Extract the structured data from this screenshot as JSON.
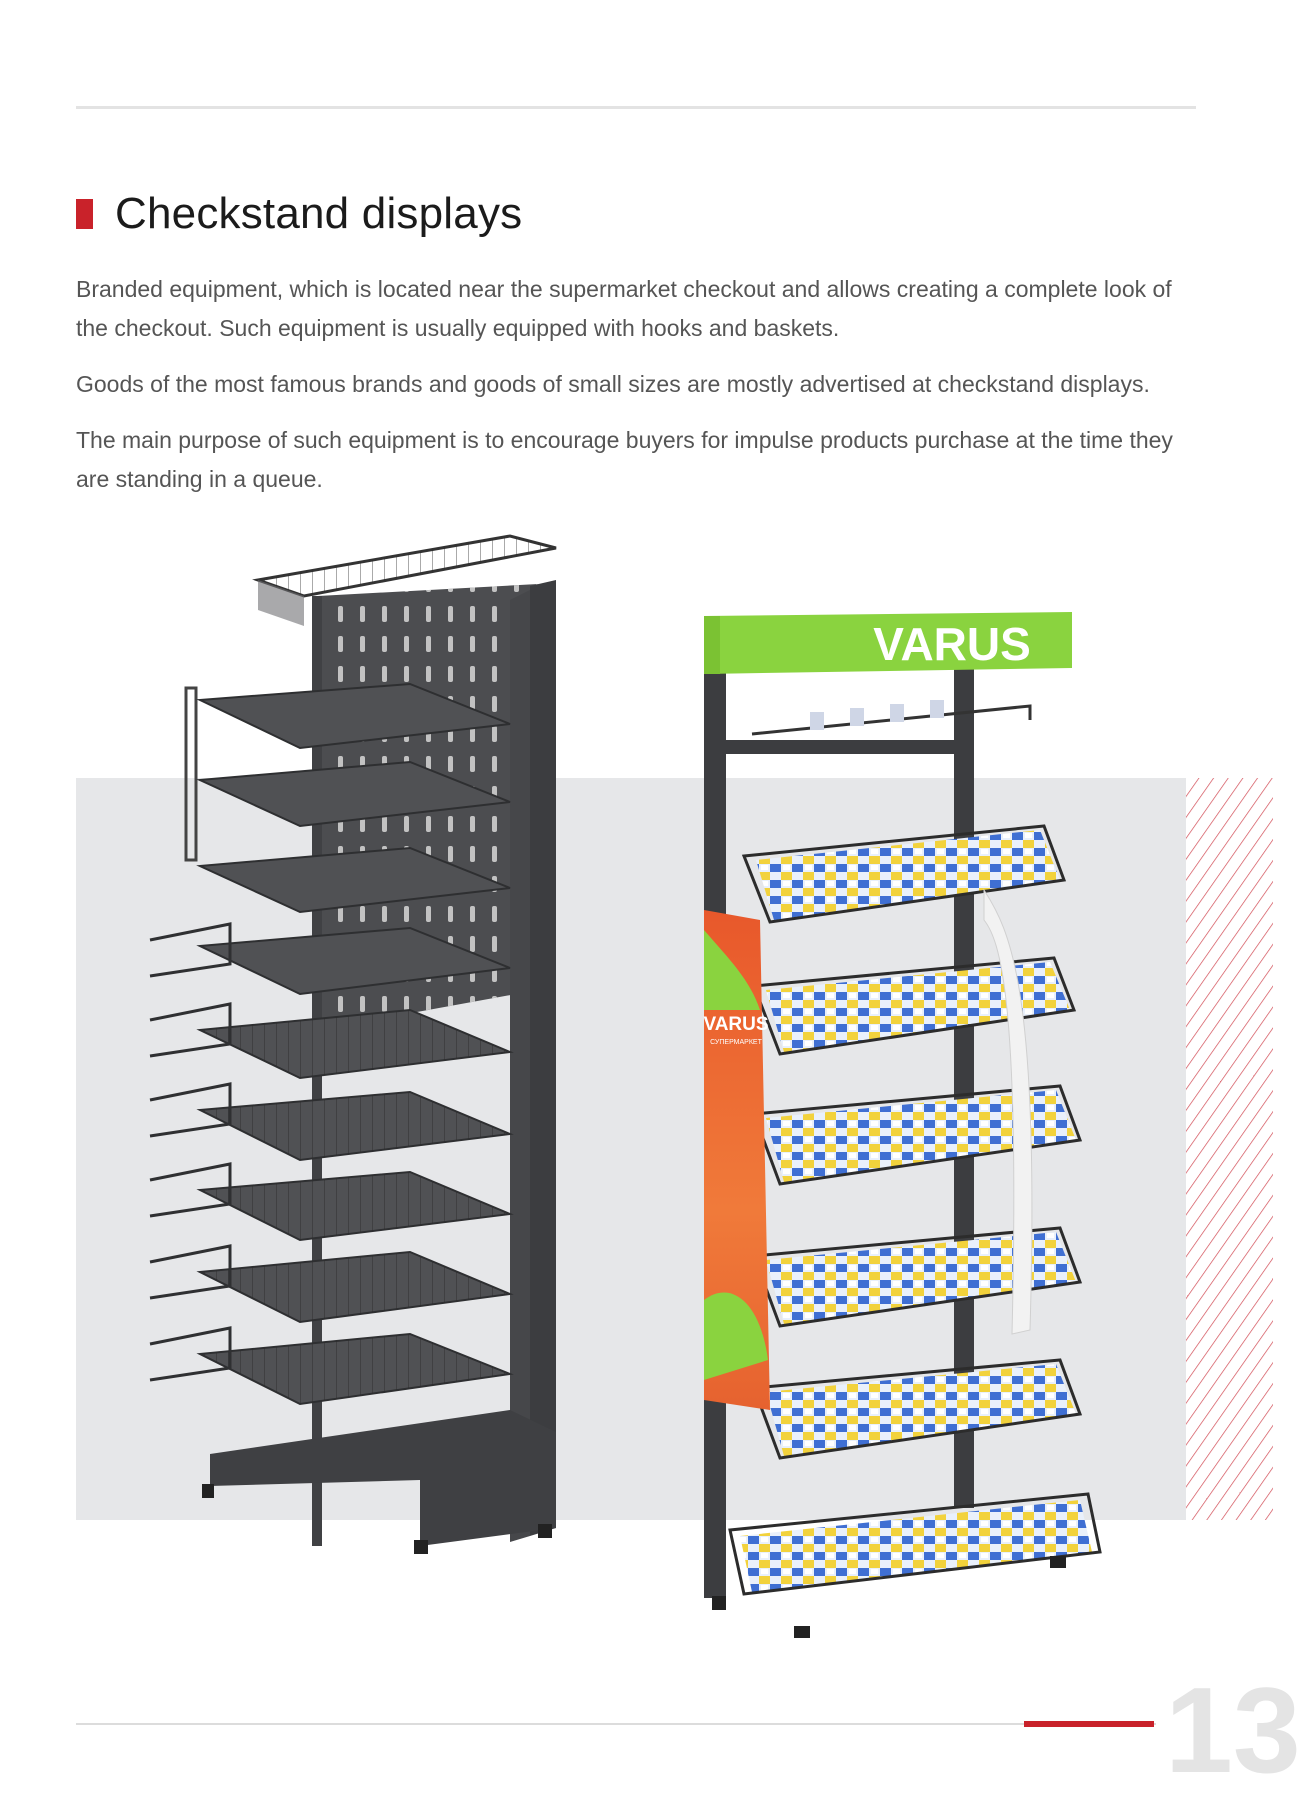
{
  "section": {
    "title": "Checkstand displays",
    "accent_color": "#c9222a"
  },
  "paragraphs": [
    "Branded equipment, which is located near the supermarket checkout and allows creating a complete look of the checkout. Such equipment is usually equipped with hooks and baskets.",
    "Goods of the most famous brands and goods of small sizes are mostly advertised at checkstand displays.",
    "The main purpose of such equipment is to encourage buyers for impulse products purchase at the time they are standing in a queue."
  ],
  "illustration": {
    "brand_header": "VARUS",
    "side_panel_brand": "VARUS",
    "side_panel_sub": "СУПЕРМАРКЕТ",
    "brand_green": "#8ad33f",
    "brand_orange": "#e8582b"
  },
  "page_number": "13"
}
